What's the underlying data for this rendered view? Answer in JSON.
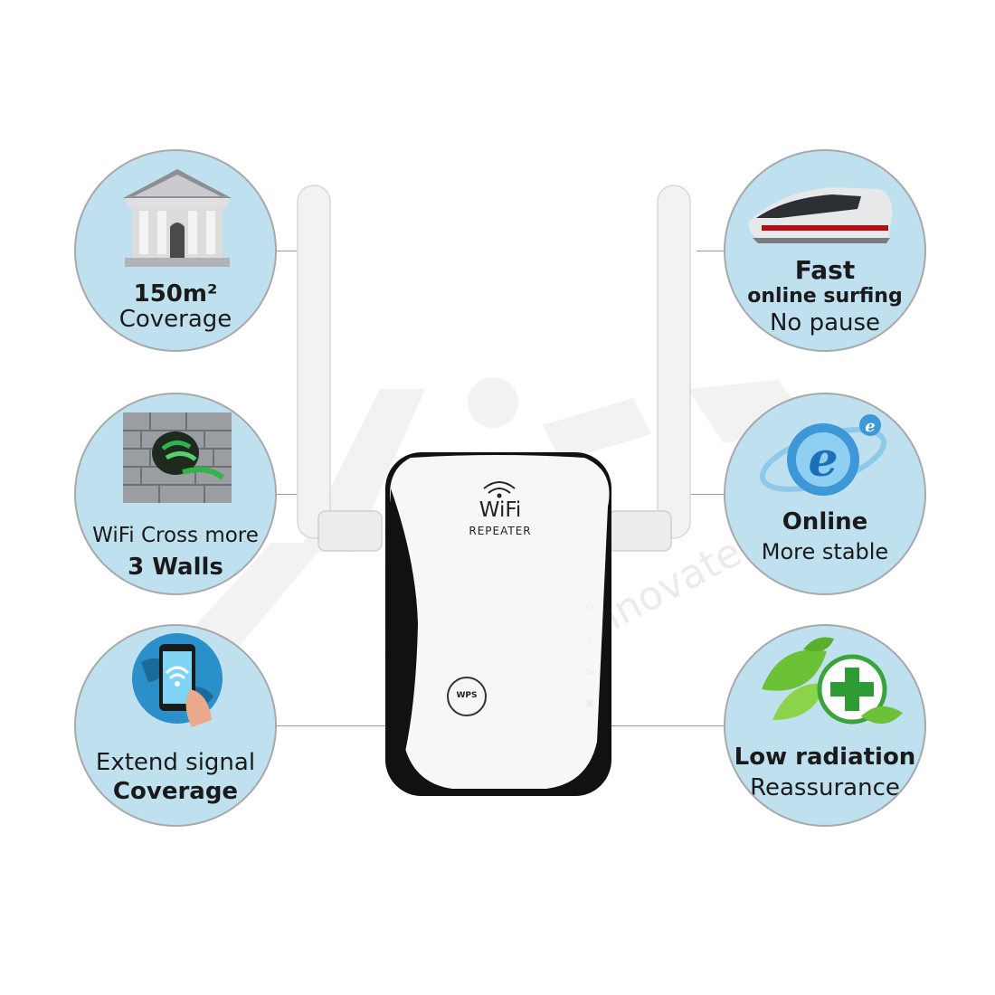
{
  "features": {
    "coverage": {
      "line1": "150m²",
      "line2": "Coverage",
      "icon": "house-icon"
    },
    "walls": {
      "line1": "WiFi Cross more",
      "line2": "3 Walls",
      "icon": "brick-wall-icon"
    },
    "extend": {
      "line1": "Extend signal",
      "line2": "Coverage",
      "icon": "phone-globe-icon"
    },
    "fast": {
      "line1": "Fast",
      "line2": "online surfing",
      "line3": "No pause",
      "icon": "bullet-train-icon"
    },
    "online": {
      "line1": "Online",
      "line2": "More stable",
      "icon": "internet-explorer-icon"
    },
    "radiation": {
      "line1": "Low radiation",
      "line2": "Reassurance",
      "icon": "leaf-cross-icon"
    }
  },
  "device": {
    "brand": "WiFi",
    "model": "REPEATER",
    "wps": "WPS",
    "leds": [
      "power-icon",
      "signal-icon",
      "sync-icon",
      "lan-icon"
    ]
  },
  "watermark": {
    "text": "Lets Innovate"
  },
  "colors": {
    "circle_fill": "#bfe0ef",
    "circle_border": "#a9a9a9",
    "device_black": "#111111",
    "device_white": "#f7f7f7"
  }
}
